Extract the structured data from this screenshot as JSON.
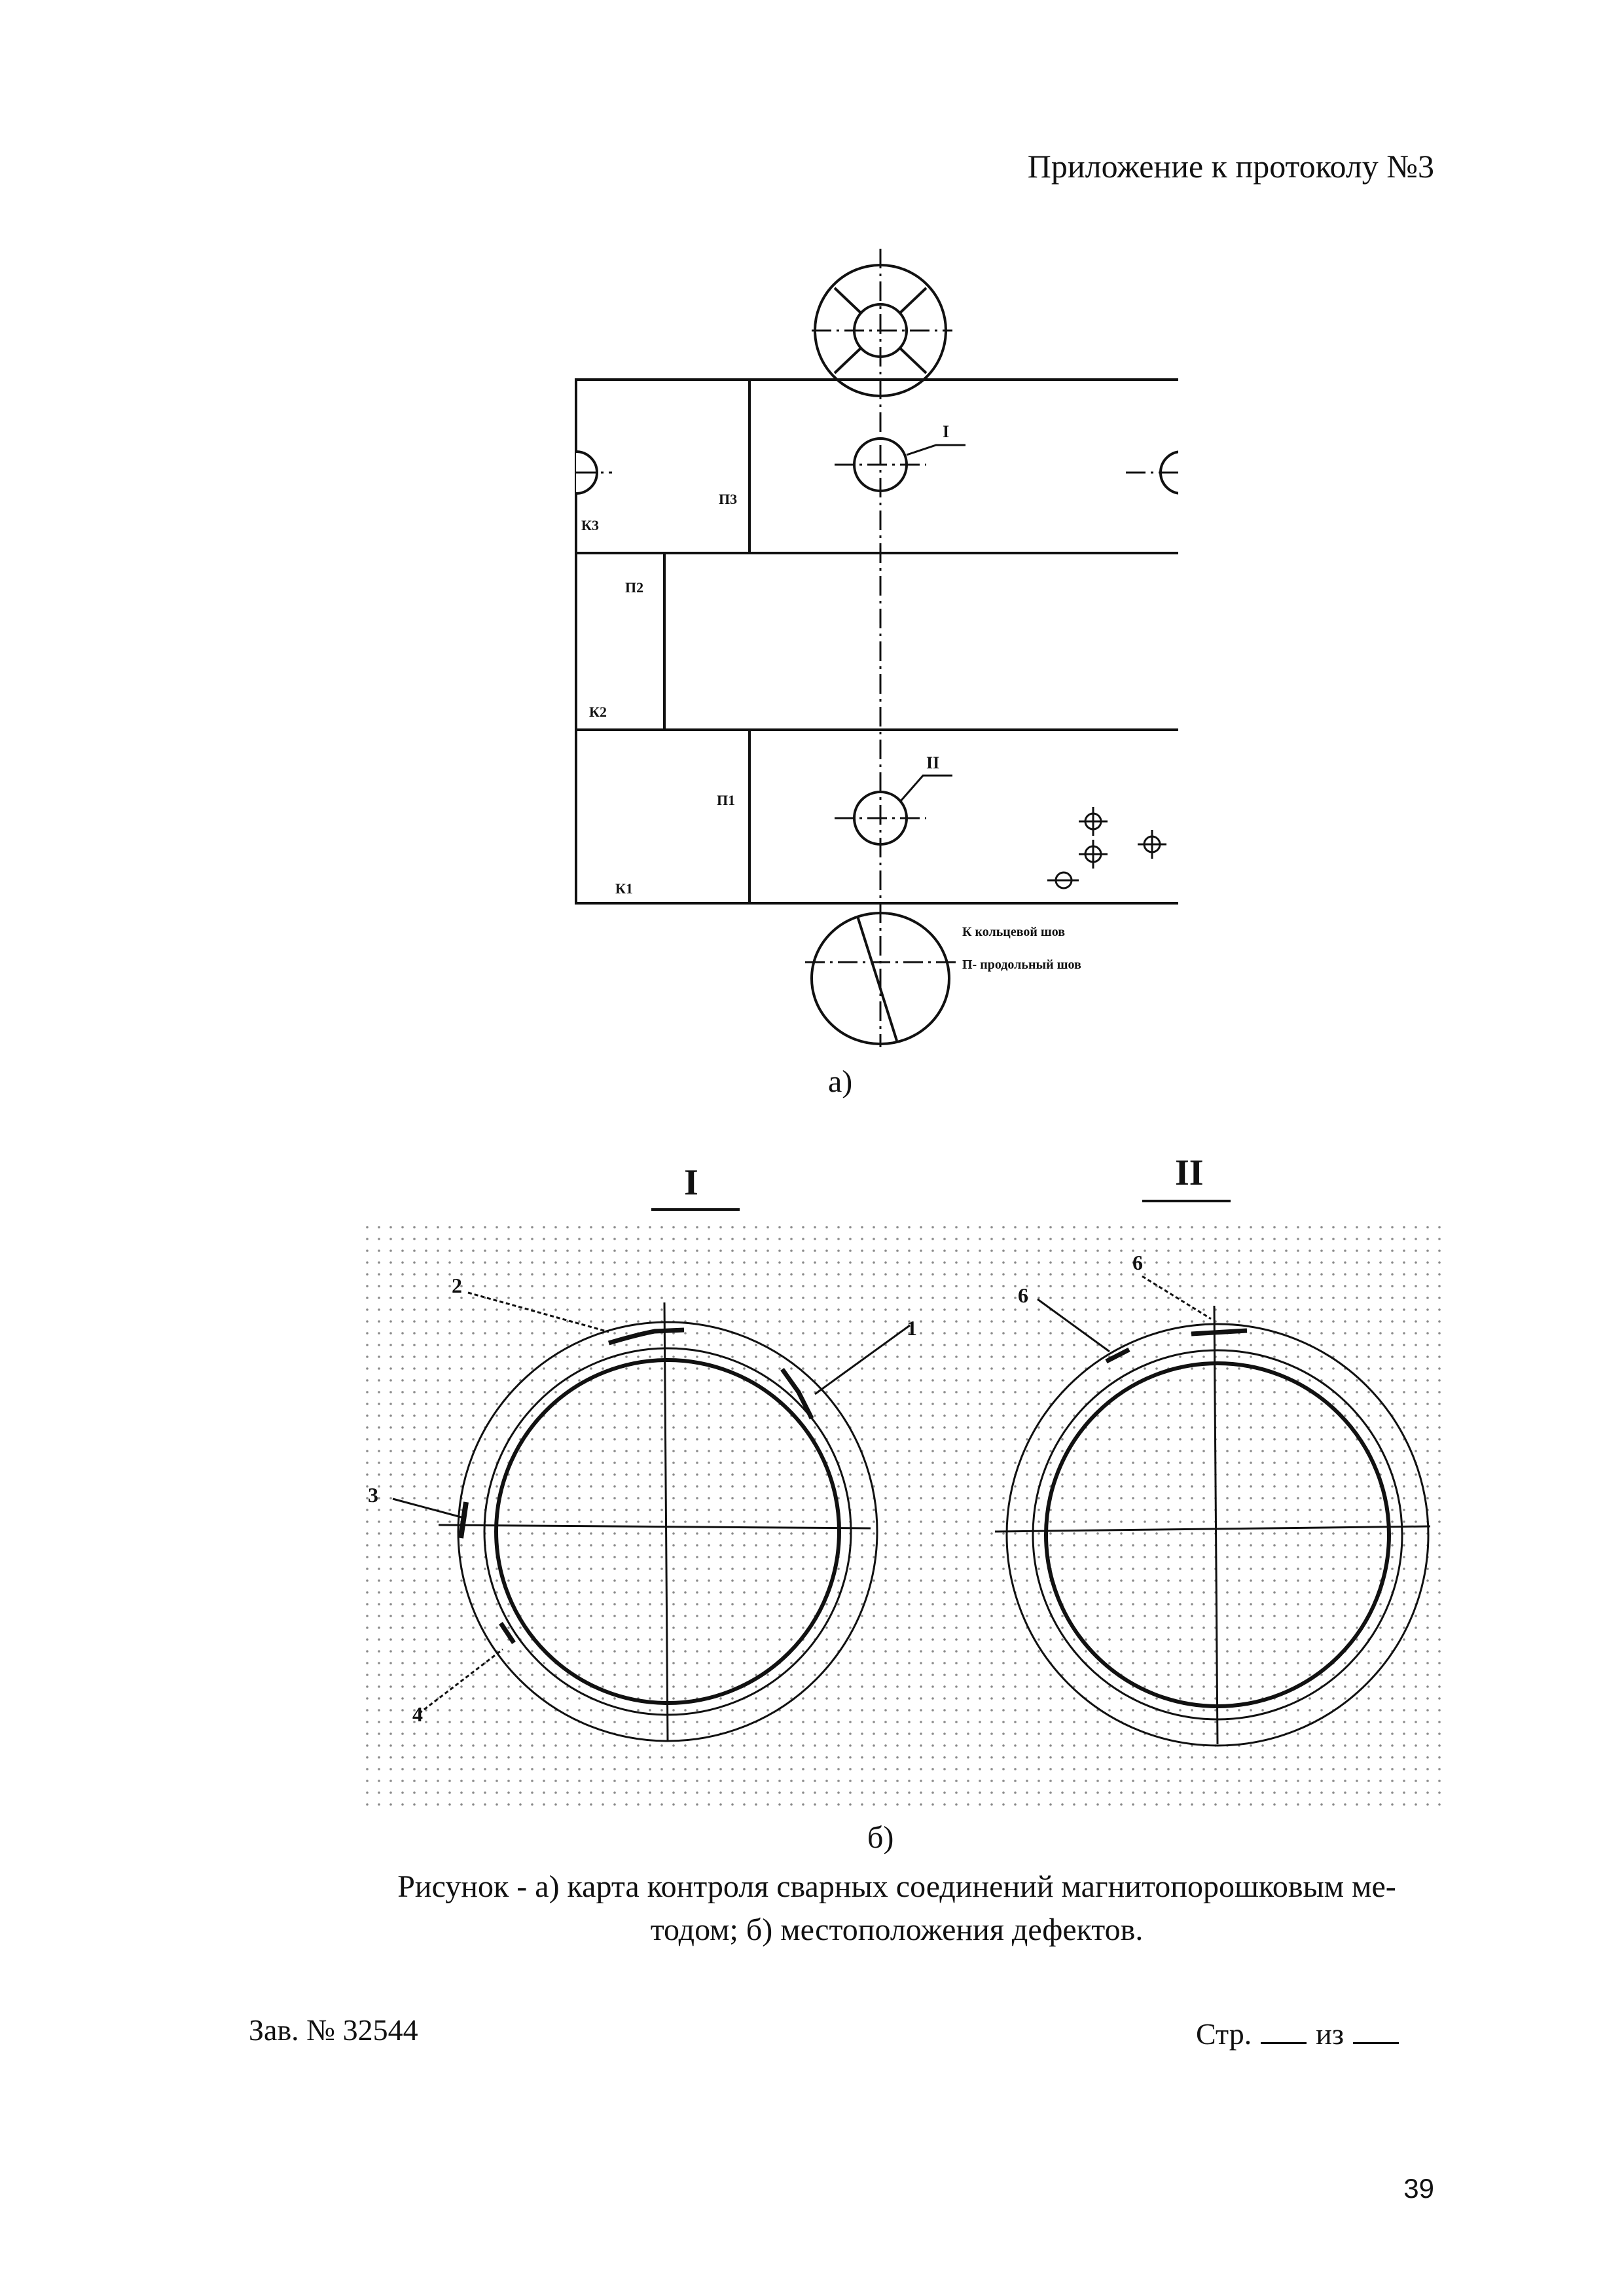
{
  "header": {
    "title": "Приложение к протоколу №3"
  },
  "figure_a": {
    "label": "а)",
    "legend": [
      {
        "text": "К кольцевой шов"
      },
      {
        "text": "П- продольный шов"
      }
    ],
    "section_labels": [
      "К3",
      "П3",
      "П2",
      "К2",
      "П1",
      "К1"
    ],
    "callouts": [
      "I",
      "II"
    ]
  },
  "figure_b": {
    "label": "б)",
    "detail_titles": [
      "I",
      "II"
    ],
    "defect_labels_I": [
      "1",
      "2",
      "3",
      "4"
    ],
    "defect_labels_II": [
      "6",
      "6"
    ]
  },
  "caption": {
    "line1": "Рисунок - а) карта контроля сварных соединений магнитопорошковым ме-",
    "line2": "тодом; б) местоположения дефектов."
  },
  "footer": {
    "doc_number": "Зав. № 32544",
    "page_prefix": "Стр.",
    "page_of": "из",
    "page_number": "39"
  }
}
